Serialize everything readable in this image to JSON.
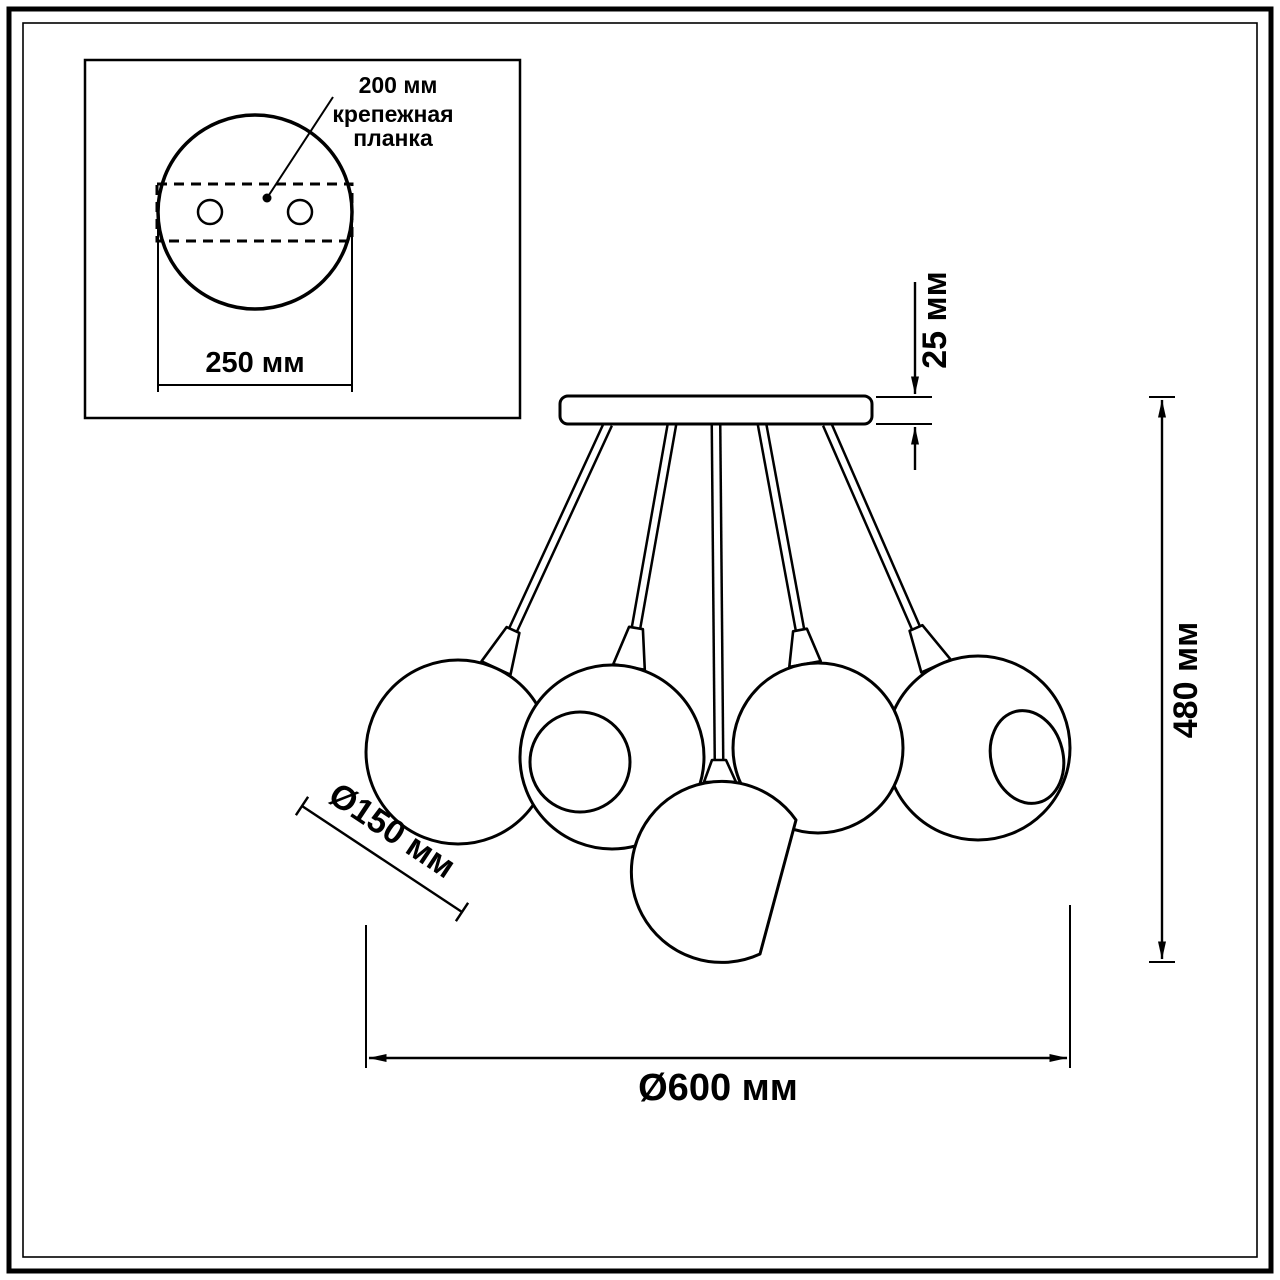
{
  "title": "Ceiling chandelier dimensional drawing",
  "colors": {
    "line": "#000000",
    "background": "#ffffff"
  },
  "inset": {
    "leader_label": "200 мм",
    "bracket_line1": "крепежная",
    "bracket_line2": "планка",
    "plate_diameter": "250 мм"
  },
  "dimensions": {
    "canopy_height": "25 мм",
    "total_height": "480 мм",
    "shade_diameter": "Ø150 мм",
    "total_width": "Ø600 мм"
  }
}
